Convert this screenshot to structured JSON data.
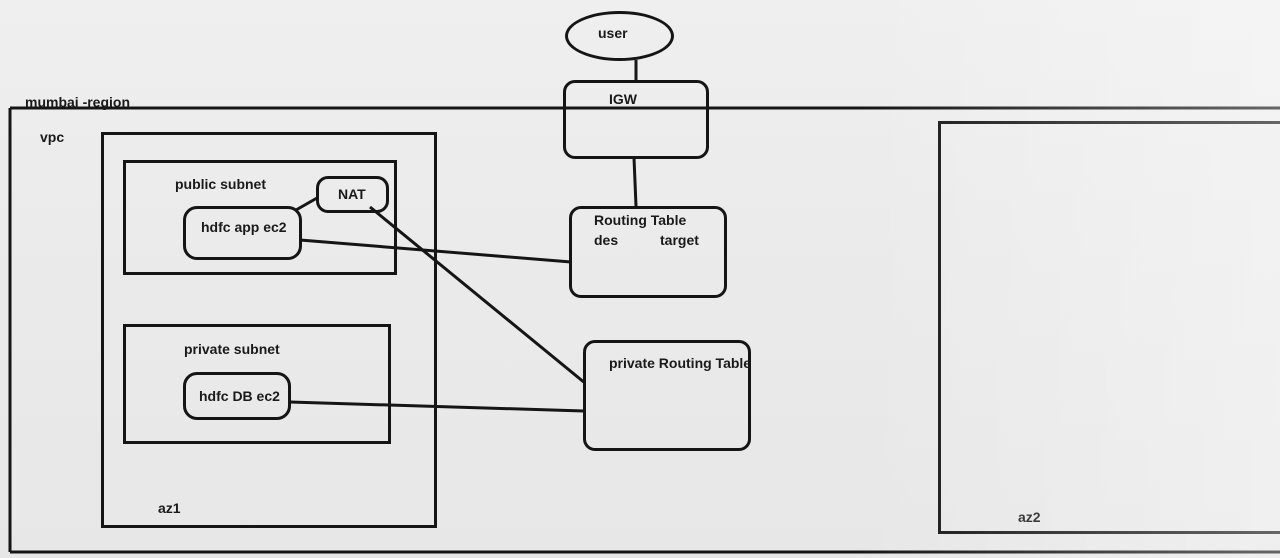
{
  "diagram": {
    "region_label": "mumbai -region",
    "vpc_label": "vpc",
    "az1_label": "az1",
    "az2_label": "az2",
    "public_subnet_label": "public subnet",
    "private_subnet_label": "private subnet",
    "nodes": {
      "user": "user",
      "igw": "IGW",
      "nat": "NAT",
      "app_ec2": "hdfc app ec2",
      "db_ec2": "hdfc DB ec2",
      "routing_table_title": "Routing Table",
      "routing_table_des": "des",
      "routing_table_target": "target",
      "private_routing_table": "private Routing Table"
    }
  }
}
